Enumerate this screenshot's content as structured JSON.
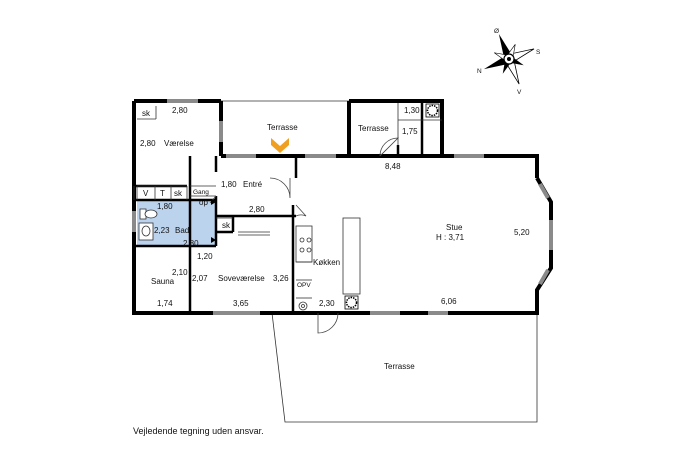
{
  "rooms": {
    "terrace_top": "Terrasse",
    "terrace_small": "Terrasse",
    "terrace_bottom": "Terrasse",
    "bedroom": "Værelse",
    "entry": "Entré",
    "hall": "Gang",
    "closet_op": "op",
    "bath": "Bad",
    "sauna": "Sauna",
    "master_bedroom": "Soveværelse",
    "kitchen": "Køkken",
    "living": "Stue",
    "living_height": "H : 3,71"
  },
  "fixtures": {
    "sk1": "sk",
    "sk2": "sk",
    "sk3": "sk",
    "v": "V",
    "t": "T",
    "opv": "OPV"
  },
  "dimensions": {
    "d1": "2,80",
    "d2": "2,80",
    "d3": "1,30",
    "d4": "1,75",
    "d5": "8,48",
    "d6": "1,80",
    "d7": "2,80",
    "d8": "1,80",
    "d9": "2,23",
    "d10": "2,80",
    "d11": "1,20",
    "d12": "5,20",
    "d13": "2,10",
    "d14": "2,07",
    "d15": "3,26",
    "d16": "1,74",
    "d17": "3,65",
    "d18": "2,30",
    "d19": "6,06"
  },
  "compass": {
    "n": "N",
    "s": "S",
    "o": "Ø",
    "v": "V"
  },
  "disclaimer": "Vejledende tegning uden ansvar.",
  "colors": {
    "bath_fill": "#bcd3ee",
    "arrow": "#f0a020",
    "wall": "#000000",
    "window": "#888888"
  }
}
